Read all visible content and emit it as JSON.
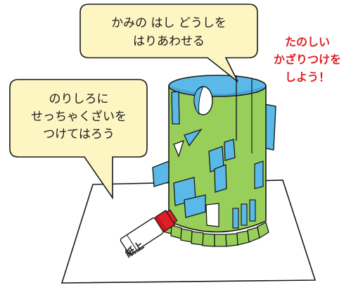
{
  "bubble_top": {
    "line1": "かみの はし どうしを",
    "line2": "はりあわせる"
  },
  "bubble_left": {
    "line1": "のりしろに",
    "line2": "せっちゃくざいを",
    "line3": "つけてはろう"
  },
  "cheer": {
    "line1": "たのしい",
    "line2": "かざりつけを",
    "line3": "しよう！"
  },
  "glue_stick": {
    "label": "紙上"
  },
  "colors": {
    "bubble_fill": "#fdf6c3",
    "cylinder_green": "#97cf5a",
    "cutout_blue": "#5ab9e8",
    "cheer_red": "#e01e25",
    "outline": "#1a1a1a"
  }
}
